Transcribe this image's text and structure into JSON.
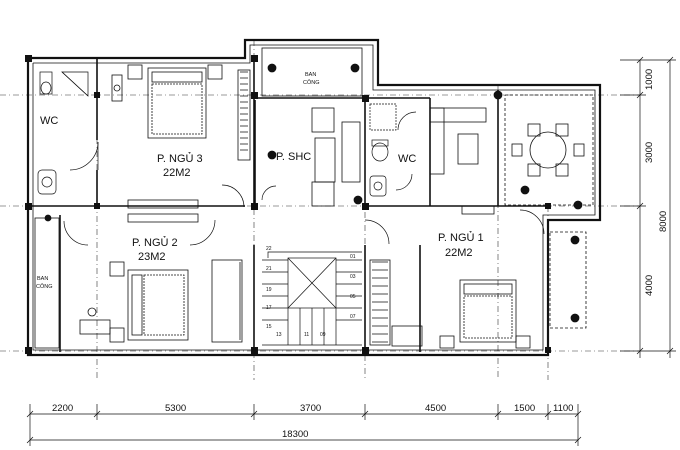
{
  "rooms": {
    "wc_left": "WC",
    "bedroom3": "P. NGỦ 3",
    "bedroom3_area": "22M2",
    "shc": "P. SHC",
    "wc_mid": "WC",
    "bedroom2": "P. NGỦ 2",
    "bedroom2_area": "23M2",
    "bedroom1": "P. NGỦ 1",
    "bedroom1_area": "22M2",
    "balcony_top_line1": "BAN",
    "balcony_top_line2": "CÔNG",
    "balcony_left_line1": "BAN",
    "balcony_left_line2": "CÔNG"
  },
  "stairs": [
    "22",
    "21",
    "19",
    "17",
    "15",
    "13",
    "11",
    "09",
    "01",
    "03",
    "05",
    "07"
  ],
  "dimensions": {
    "bottom": [
      "2200",
      "5300",
      "3700",
      "4500",
      "1500",
      "1100"
    ],
    "total_bottom": "18300",
    "right": [
      "1000",
      "3000",
      "4000"
    ],
    "total_right": "8000"
  }
}
